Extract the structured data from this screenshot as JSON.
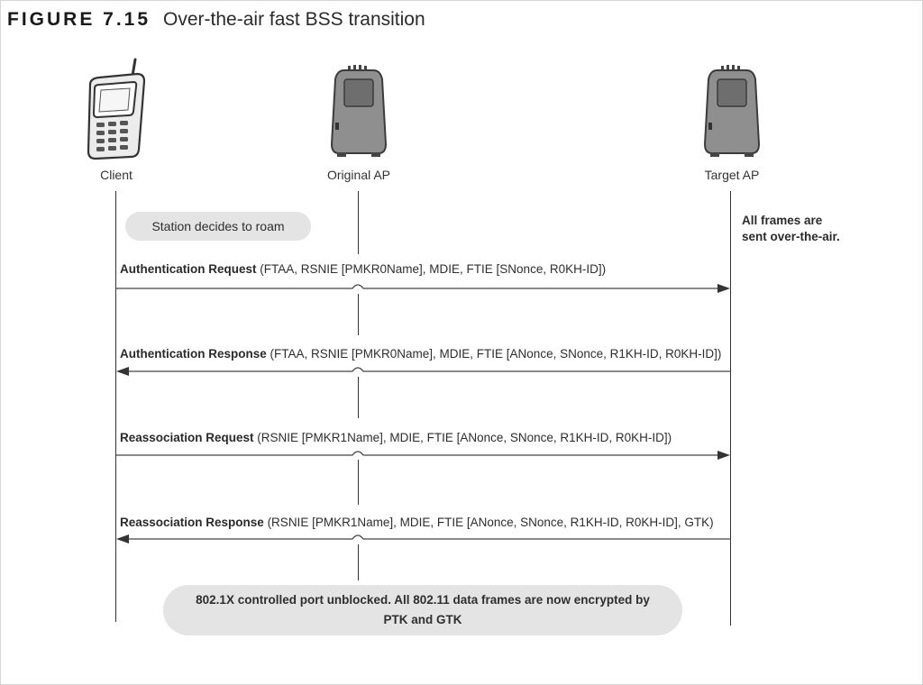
{
  "figure": {
    "label": "FIGURE 7.15",
    "title": "Over-the-air fast BSS transition"
  },
  "entities": {
    "client": "Client",
    "original_ap": "Original AP",
    "target_ap": "Target AP"
  },
  "notes": {
    "roam": "Station decides to roam",
    "over_air": "All frames are sent over-the-air.",
    "final": "802.1X controlled port unblocked. All 802.11 data frames are now encrypted by PTK and GTK"
  },
  "messages": [
    {
      "name": "Authentication Request",
      "params": " (FTAA, RSNIE [PMKR0Name], MDIE, FTIE [SNonce, R0KH-ID])",
      "direction": "right"
    },
    {
      "name": "Authentication Response",
      "params": " (FTAA, RSNIE [PMKR0Name], MDIE, FTIE [ANonce, SNonce, R1KH-ID, R0KH-ID])",
      "direction": "left"
    },
    {
      "name": "Reassociation Request",
      "params": " (RSNIE [PMKR1Name], MDIE, FTIE [ANonce, SNonce, R1KH-ID, R0KH-ID])",
      "direction": "right"
    },
    {
      "name": "Reassociation Response",
      "params": " (RSNIE [PMKR1Name], MDIE, FTIE [ANonce, SNonce, R1KH-ID, R0KH-ID], GTK)",
      "direction": "left"
    }
  ]
}
